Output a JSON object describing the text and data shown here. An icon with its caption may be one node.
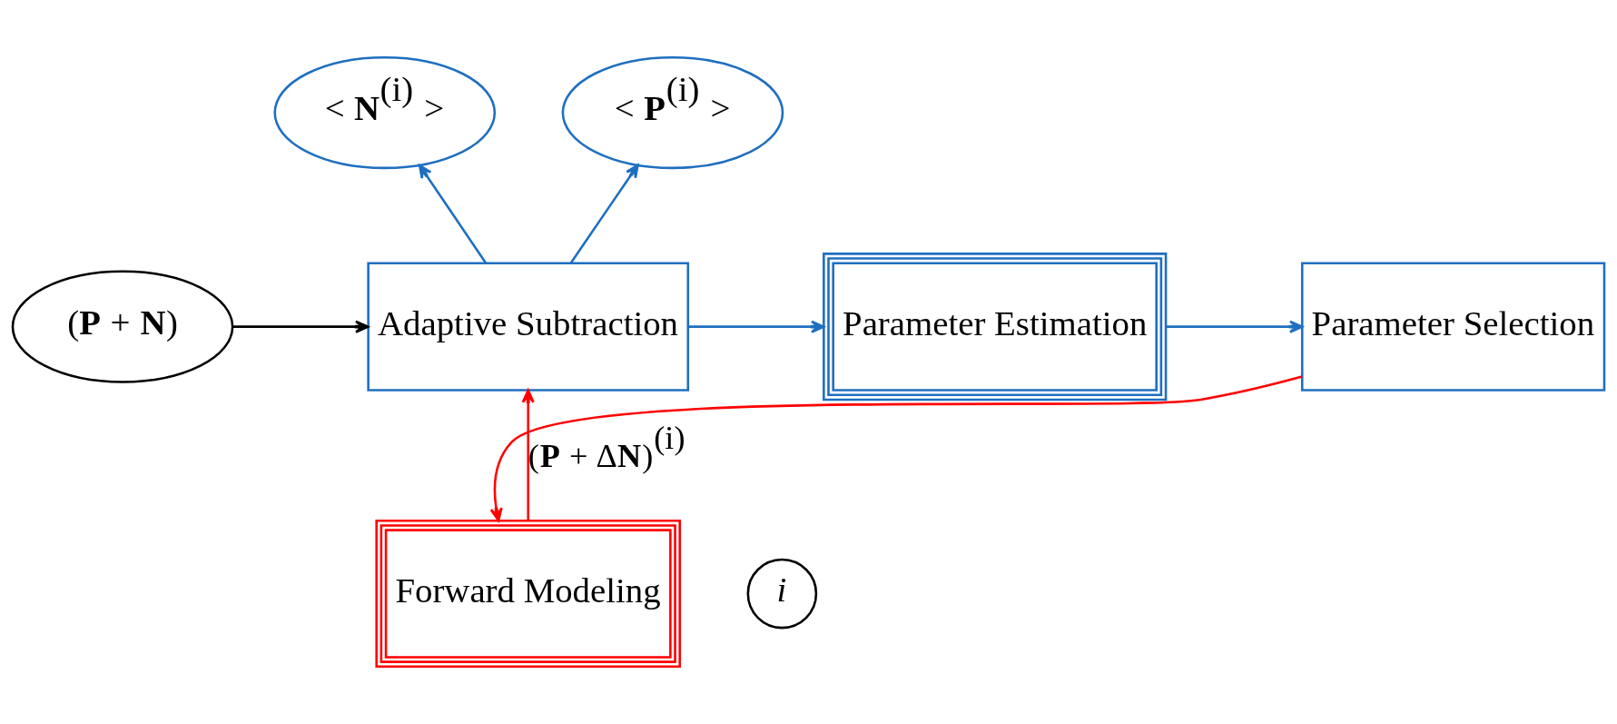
{
  "diagram": {
    "nodes": [
      {
        "text": [
          "< **N**$^{(i)}$ >"
        ]
      },
      {
        "text": [
          "< **P**$^{(i)}$ >"
        ]
      },
      {
        "text": [
          "(**P** + **N**)"
        ]
      },
      {
        "text": [
          "Adaptive Subtraction"
        ]
      },
      {
        "text": [
          "Parameter Estimation"
        ]
      },
      {
        "text": [
          "Parameter Selection"
        ]
      },
      {
        "text": [
          "i"
        ]
      },
      {
        "text": [
          "Forward Modeling"
        ]
      }
    ],
    "edges": [
      {
        "from": 2,
        "to": 3,
        "arrow": "to",
        "color": "#000000"
      },
      {
        "from": 3,
        "to": 0,
        "arrow": "to"
      },
      {
        "from": 3,
        "to": 1,
        "arrow": "to"
      },
      {
        "from": 3,
        "to": 4,
        "arrow": "to"
      },
      {
        "from": 4,
        "to": 5,
        "arrow": "to"
      },
      {
        "from": 5,
        "to": 7,
        "arrow": "to",
        "color": "#ff0000"
      },
      {
        "from": 7,
        "to": 3,
        "arrow": "to",
        "color": "#ff0000",
        "label": "(**P** + Δ**N**)$^{(i)}$"
      }
    ]
  }
}
